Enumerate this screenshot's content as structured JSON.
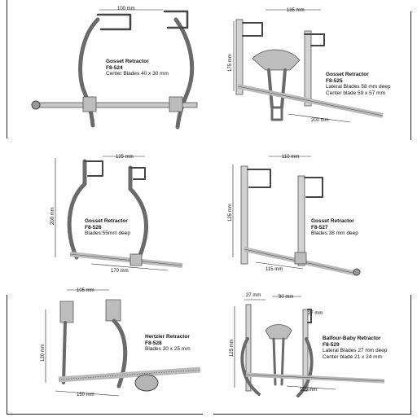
{
  "colors": {
    "background": "#ffffff",
    "metal": "#6a6a6a",
    "metal_dark": "#444444",
    "text": "#111111",
    "frame": "#222222"
  },
  "products": [
    {
      "name": "Gosset Retractor",
      "code": "F8-524",
      "desc": [
        "Center Blades 40 x 30 mm"
      ],
      "dims": [
        "100 mm"
      ]
    },
    {
      "name": "Gosset Retractor",
      "code": "F8-525",
      "desc": [
        "Lateral Blades 58 mm deep",
        "Center blade 59 x 57 mm"
      ],
      "dims": [
        "185 mm",
        "175 mm",
        "200 mm"
      ]
    },
    {
      "name": "Gosset Retractor",
      "code": "F8-526",
      "desc": [
        "Blades:55mm deep"
      ],
      "dims": [
        "125 mm",
        "200 mm",
        "170 mm"
      ]
    },
    {
      "name": "Gosset Retractor",
      "code": "F8-527",
      "desc": [
        "Blades:38 mm deep"
      ],
      "dims": [
        "110 mm",
        "125 mm",
        "115 mm"
      ]
    },
    {
      "name": "Hertzler Retractor",
      "code": "F8-528",
      "desc": [
        "Blades 20 x 25 mm"
      ],
      "dims": [
        "105 mm",
        "120 mm",
        "150 mm"
      ]
    },
    {
      "name": "Balfour-Baby Retractor",
      "code": "F8-529",
      "desc": [
        "Lateral Blades 27 mm deep",
        "Center blade 21 x 24 mm"
      ],
      "dims": [
        "27 mm",
        "90 mm",
        "27 mm",
        "125 mm",
        "115 mm"
      ]
    }
  ]
}
